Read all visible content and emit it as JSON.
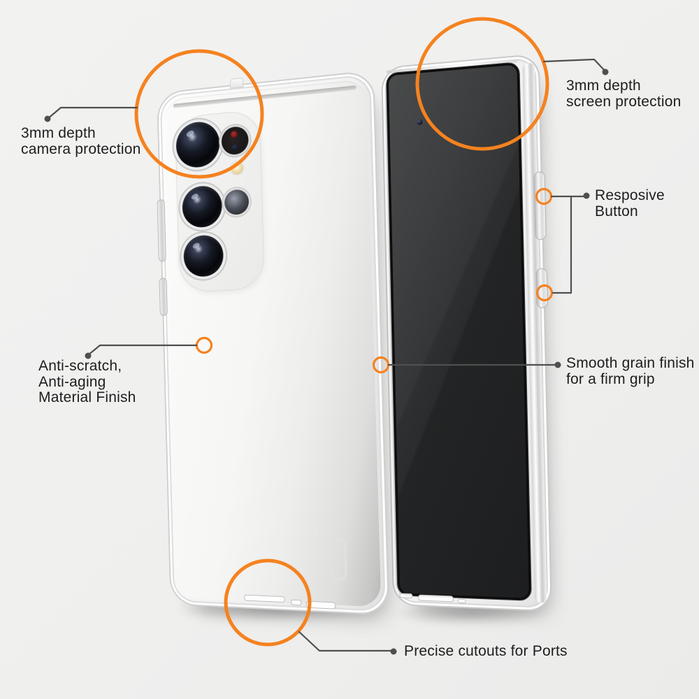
{
  "colors": {
    "background": "#EFEFEF",
    "accent": "#F5821F",
    "callout_line": "#4F4F4F",
    "text": "#1D1D1D"
  },
  "callouts": {
    "camera": {
      "lines": [
        "3mm depth",
        "camera protection"
      ]
    },
    "screen": {
      "lines": [
        "3mm depth",
        "screen protection"
      ]
    },
    "button": {
      "lines": [
        "Resposive",
        "Button"
      ]
    },
    "material": {
      "lines": [
        "Anti-scratch,",
        "Anti-aging",
        "Material Finish"
      ]
    },
    "grip": {
      "lines": [
        "Smooth grain finish",
        "for a firm grip"
      ]
    },
    "ports": {
      "lines": [
        "Precise cutouts for Ports"
      ]
    }
  }
}
